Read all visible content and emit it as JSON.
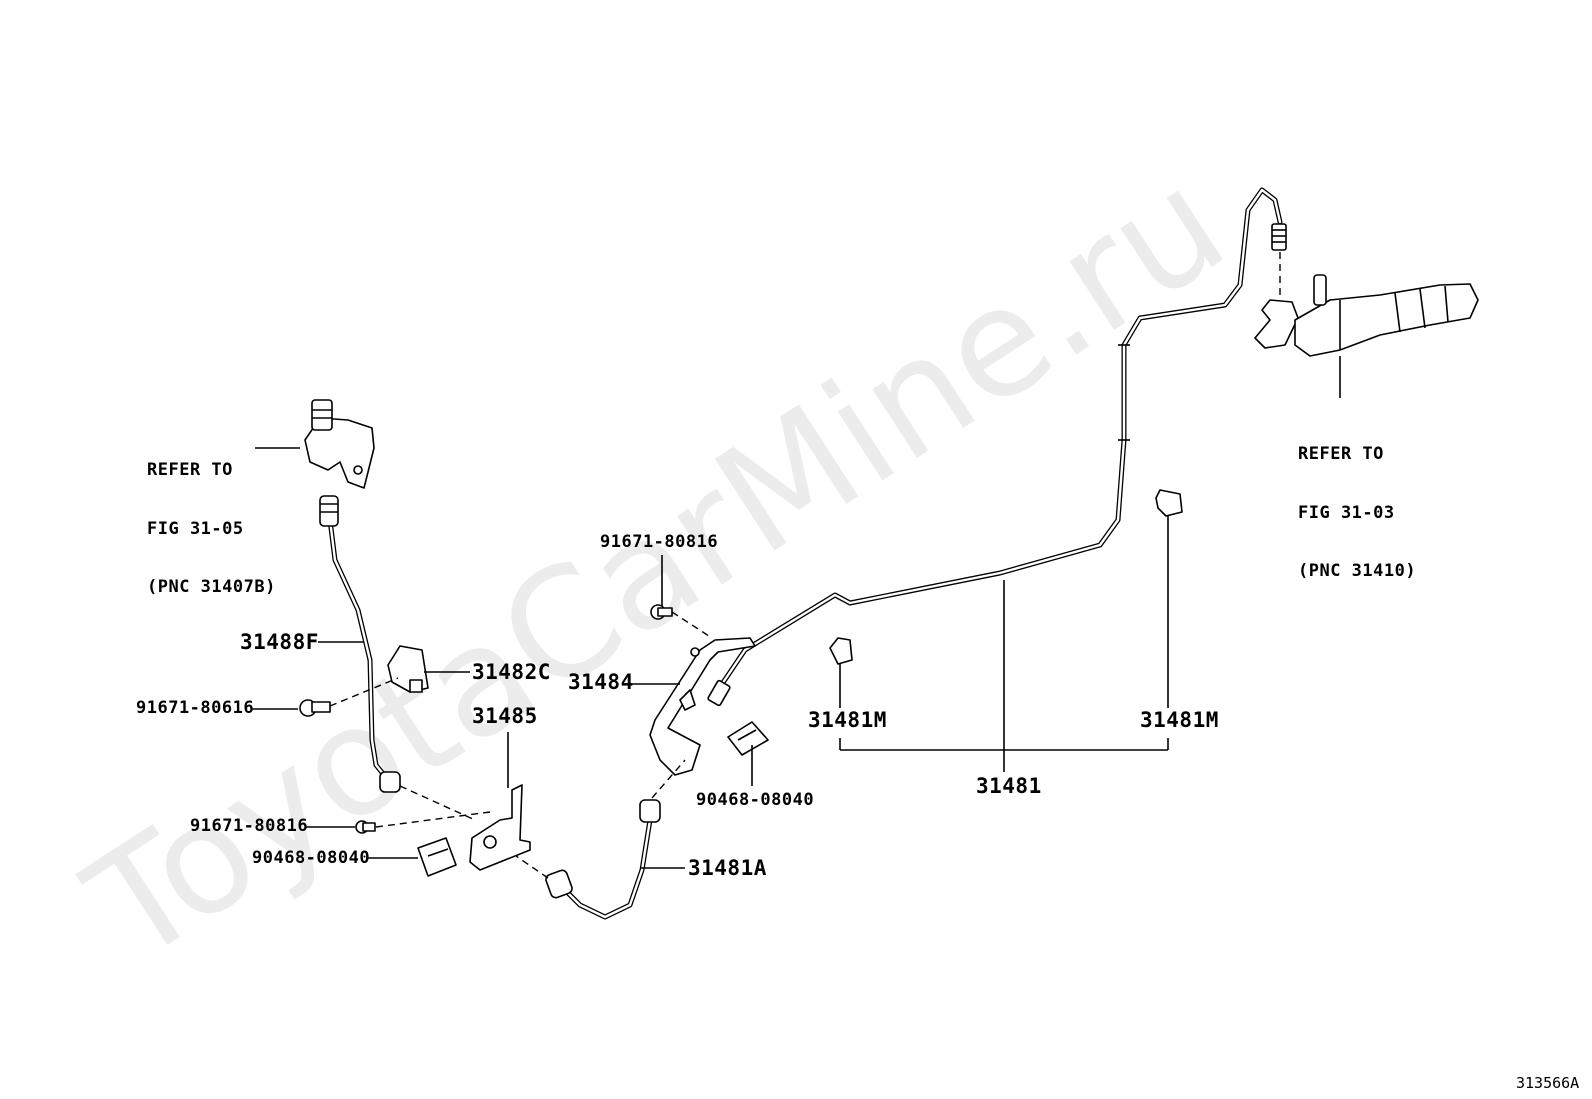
{
  "watermark": "ToyotaCarMine.ru",
  "figure_id": "313566A",
  "references": {
    "left": [
      "REFER TO",
      "FIG 31-05",
      "(PNC 31407B)"
    ],
    "right": [
      "REFER TO",
      "FIG 31-03",
      "(PNC 31410)"
    ]
  },
  "parts": {
    "p31488F": "31488F",
    "p31482C": "31482C",
    "p91671_80616": "91671-80616",
    "p31485": "31485",
    "p91671_80816_a": "91671-80816",
    "p90468_08040_a": "90468-08040",
    "p31481A": "31481A",
    "p91671_80816_b": "91671-80816",
    "p31484": "31484",
    "p90468_08040_b": "90468-08040",
    "p31481M_a": "31481M",
    "p31481M_b": "31481M",
    "p31481": "31481"
  }
}
